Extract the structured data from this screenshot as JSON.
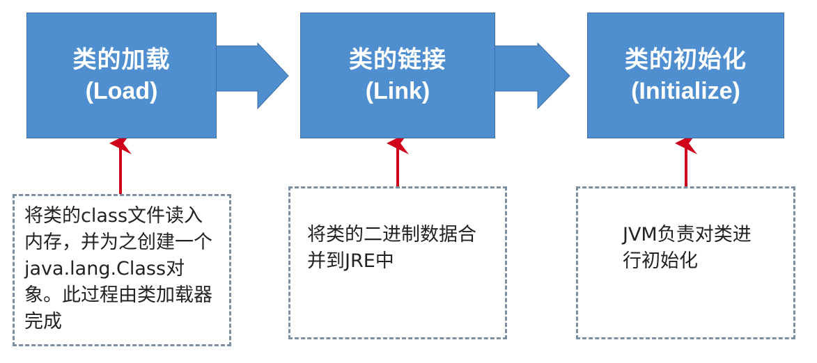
{
  "colors": {
    "stage_fill": "#4f8fcf",
    "stage_text": "#ffffff",
    "flow_arrow": "#4f8fcf",
    "pointer_arrow": "#d0021b",
    "desc_border": "#7b8fa3",
    "desc_text": "#222222"
  },
  "stages": [
    {
      "title": "类的加载",
      "subtitle": "(Load)",
      "description": "将类的class文件读入内存，并为之创建一个java.lang.Class对象。此过程由类加载器完成"
    },
    {
      "title": "类的链接",
      "subtitle": "(Link)",
      "description": "将类的二进制数据合并到JRE中"
    },
    {
      "title": "类的初始化",
      "subtitle": "(Initialize)",
      "description": "JVM负责对类进行初始化"
    }
  ]
}
